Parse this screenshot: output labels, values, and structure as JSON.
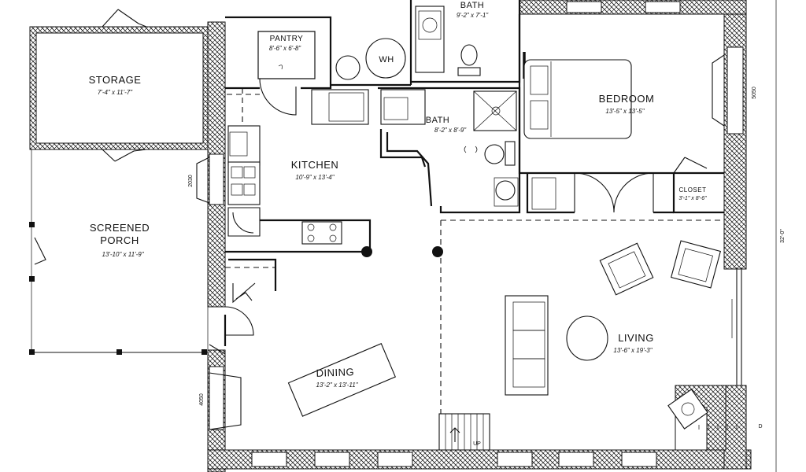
{
  "rooms": {
    "storage": {
      "name": "STORAGE",
      "dims": "7'-4\" x 11'-7\""
    },
    "pantry": {
      "name": "PANTRY",
      "dims": "8'-6\" x 6'-8\""
    },
    "bath_top": {
      "name": "BATH",
      "dims": "9'-2\" x 7'-1\""
    },
    "wh": {
      "name": "WH"
    },
    "kitchen": {
      "name": "KITCHEN",
      "dims": "10'-9\" x 13'-4\""
    },
    "bath_mid": {
      "name": "BATH",
      "dims": "8'-2\" x 8'-9\""
    },
    "bedroom": {
      "name": "BEDROOM",
      "dims": "13'-5\" x 13'-5\""
    },
    "closet": {
      "name": "CLOSET",
      "dims": "3'-1\" x 8'-6\""
    },
    "porch": {
      "name": "SCREENED",
      "name2": "PORCH",
      "dims": "13'-10\" x 11'-9\""
    },
    "living": {
      "name": "LIVING",
      "dims": "13'-6\" x 19'-3\""
    },
    "dining": {
      "name": "DINING",
      "dims": "13'-2\" x 13'-11\""
    }
  },
  "annotations": {
    "up": "UP",
    "overall_dim": "32'-0\"",
    "window_code_right": "5050",
    "window_code_left_top": "2030",
    "window_code_left_bottom": "4050"
  },
  "colors": {
    "line": "#111111",
    "background": "#ffffff"
  }
}
